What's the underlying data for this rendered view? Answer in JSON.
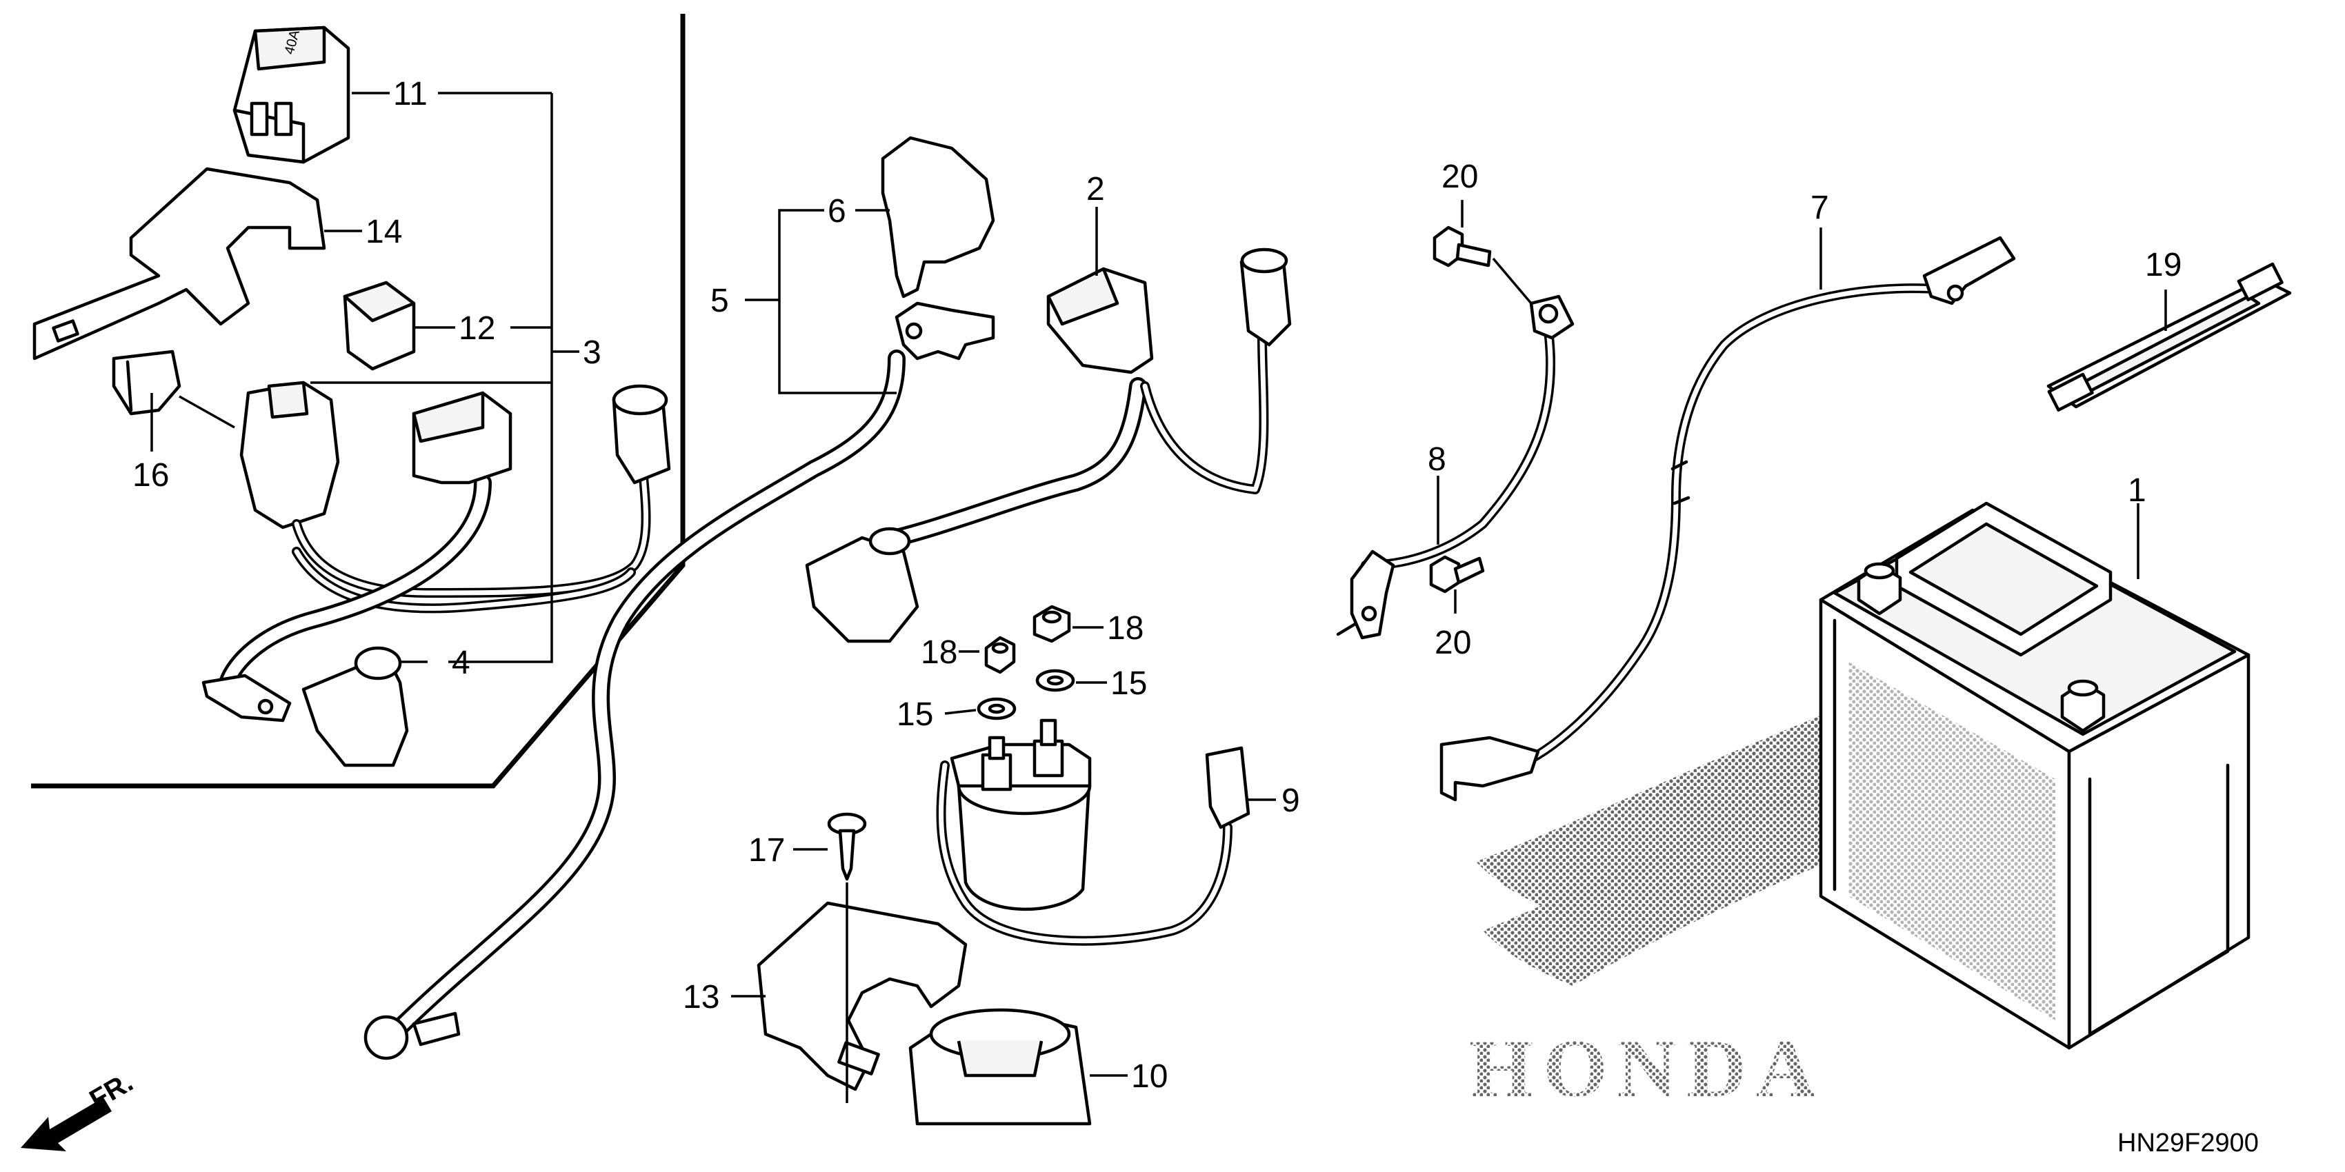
{
  "callouts": {
    "c1": "1",
    "c2": "2",
    "c3": "3",
    "c4": "4",
    "c5": "5",
    "c6": "6",
    "c7": "7",
    "c8": "8",
    "c9": "9",
    "c10": "10",
    "c11": "11",
    "c12": "12",
    "c13": "13",
    "c14": "14",
    "c15a": "15",
    "c15b": "15",
    "c16": "16",
    "c17": "17",
    "c18a": "18",
    "c18b": "18",
    "c19": "19",
    "c20a": "20",
    "c20b": "20"
  },
  "direction_label": "FR.",
  "diagram_code": "HN29F2900",
  "watermark": "HONDA"
}
